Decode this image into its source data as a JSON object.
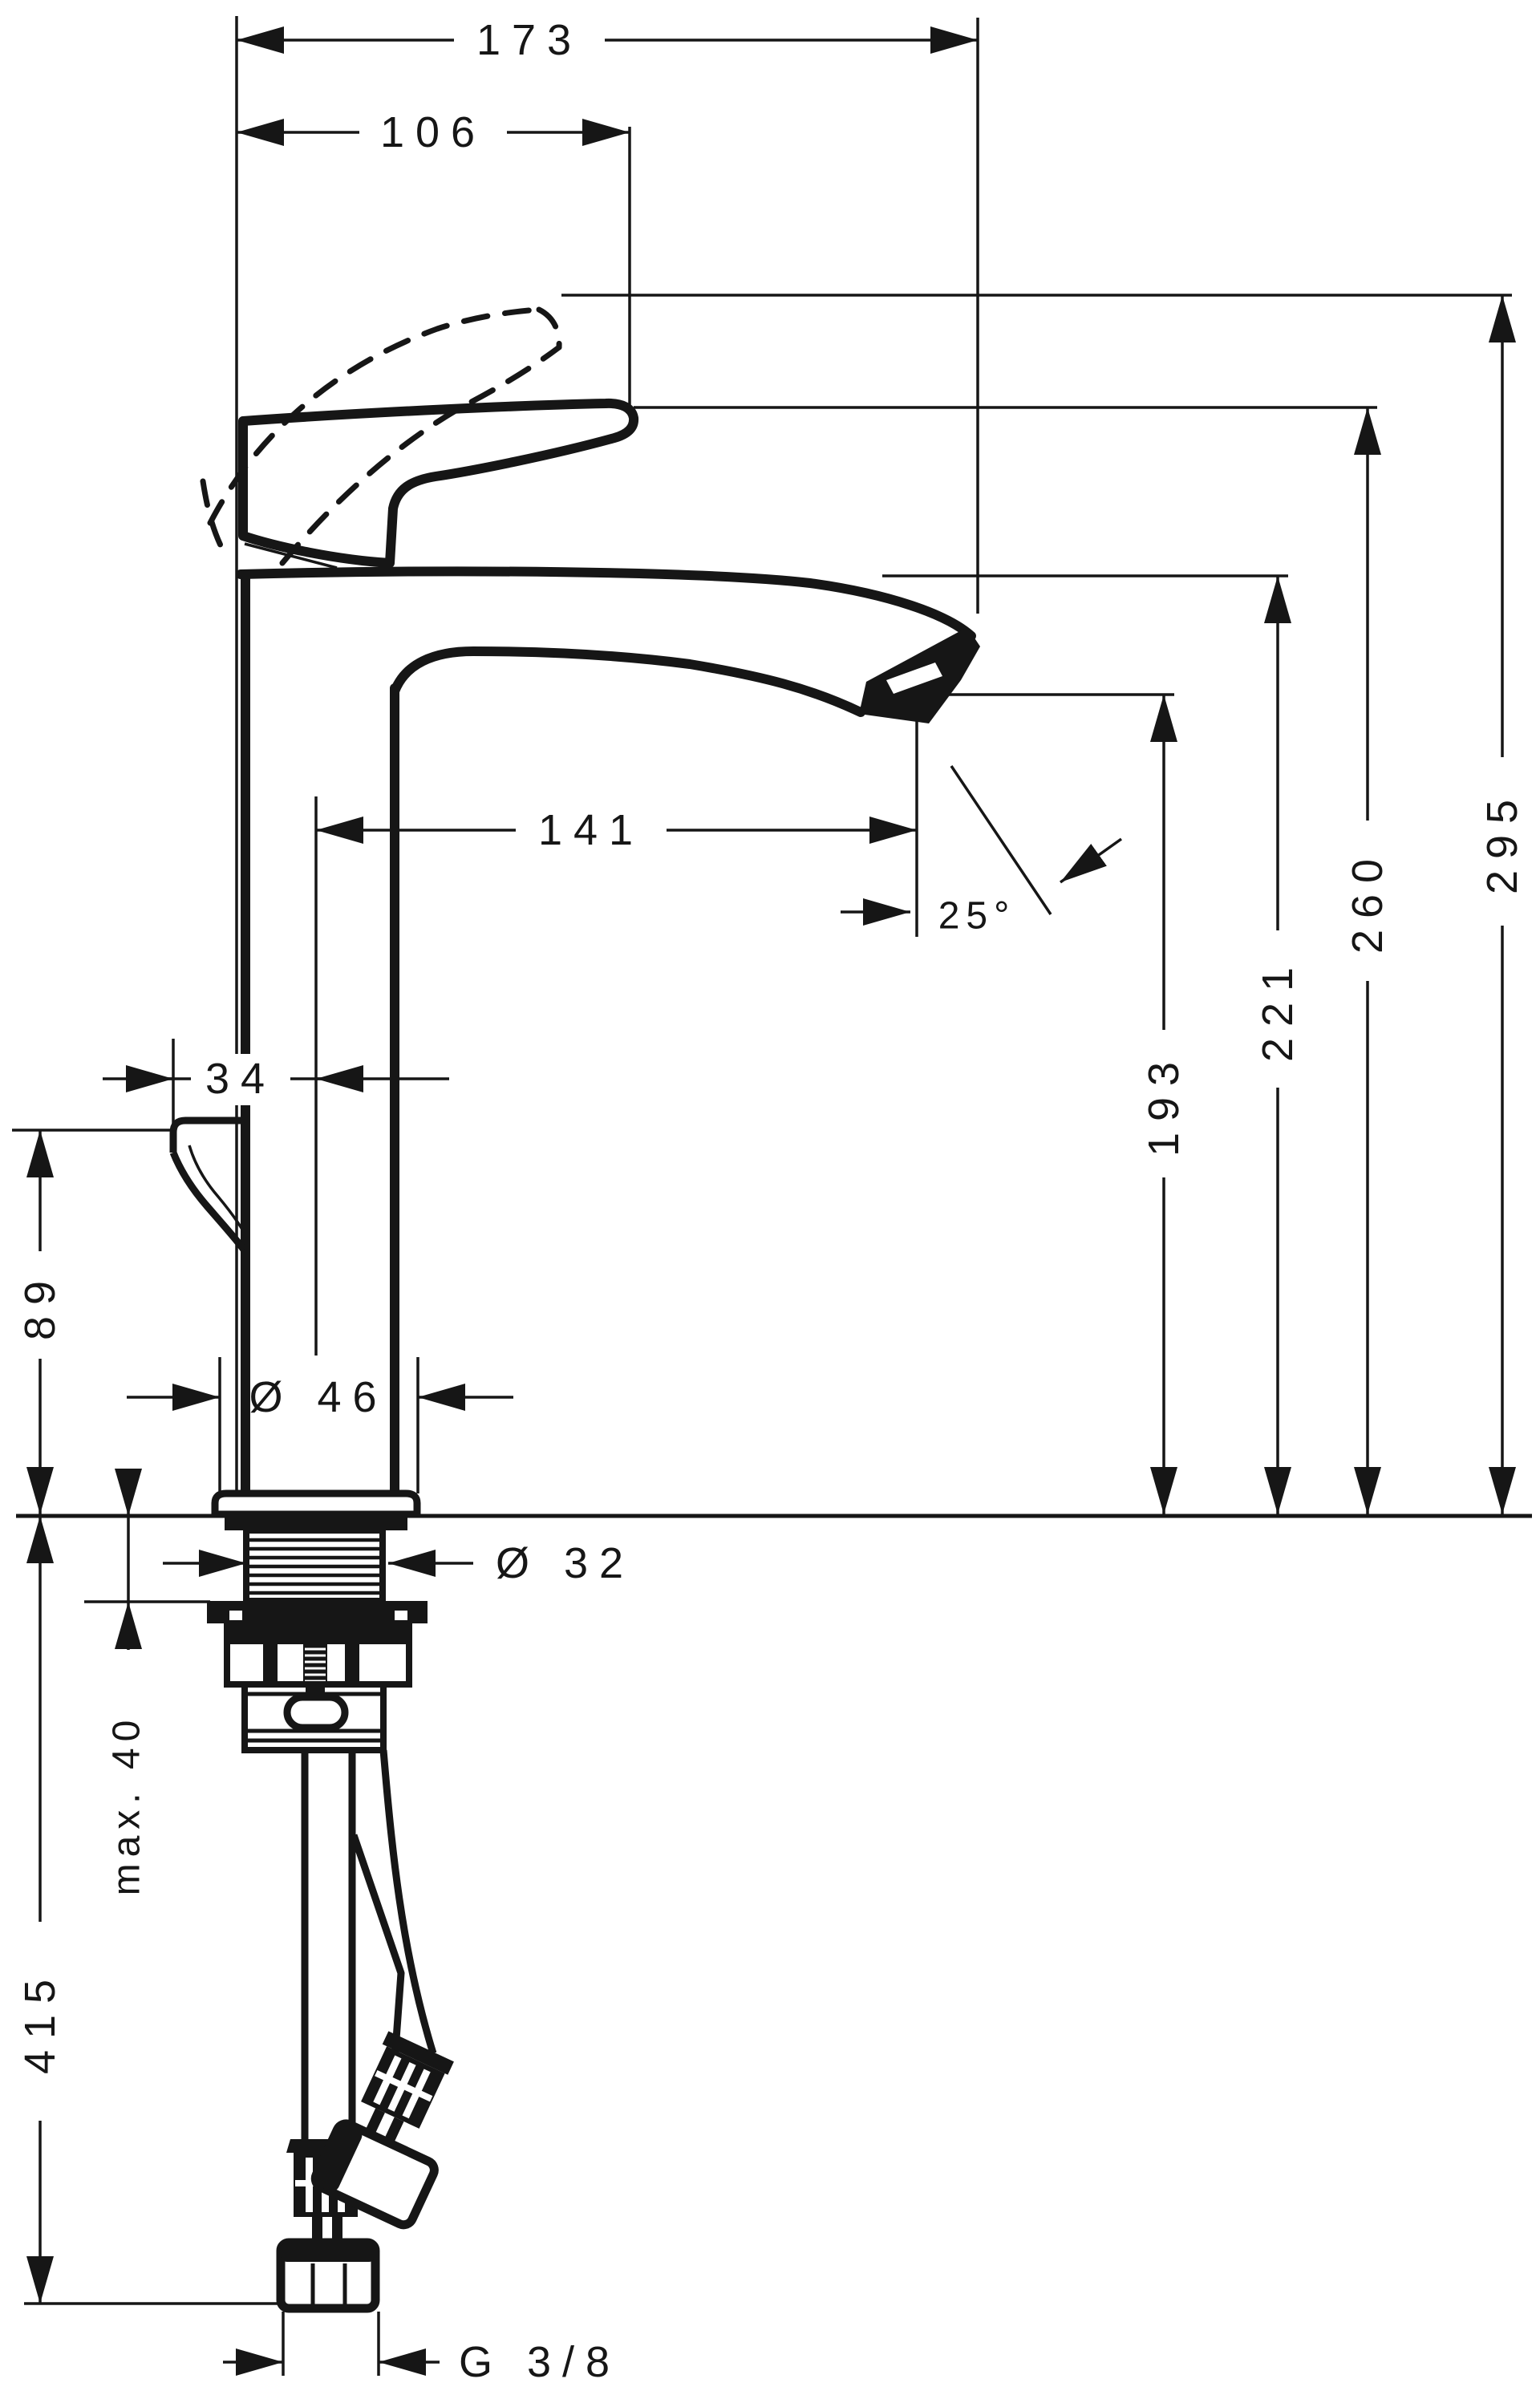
{
  "drawing": {
    "type": "technical-dimension-drawing",
    "subject": "single-lever basin mixer faucet, side view with mounting parts",
    "colors": {
      "line": "#161616",
      "background": "#ffffff"
    },
    "dimensions": {
      "overall_depth": "173",
      "spout_top_offset": "106",
      "spout_reach": "141",
      "stream_angle": "25°",
      "rod_offset": "34",
      "rod_height": "89",
      "base_diameter": "Ø 46",
      "shank_diameter": "Ø 32",
      "max_mounting_thickness": "max. 40",
      "hose_length": "415",
      "connection_thread": "G 3/8",
      "aerator_height": "193",
      "spout_height": "221",
      "handle_height": "260",
      "overall_height": "295"
    }
  }
}
